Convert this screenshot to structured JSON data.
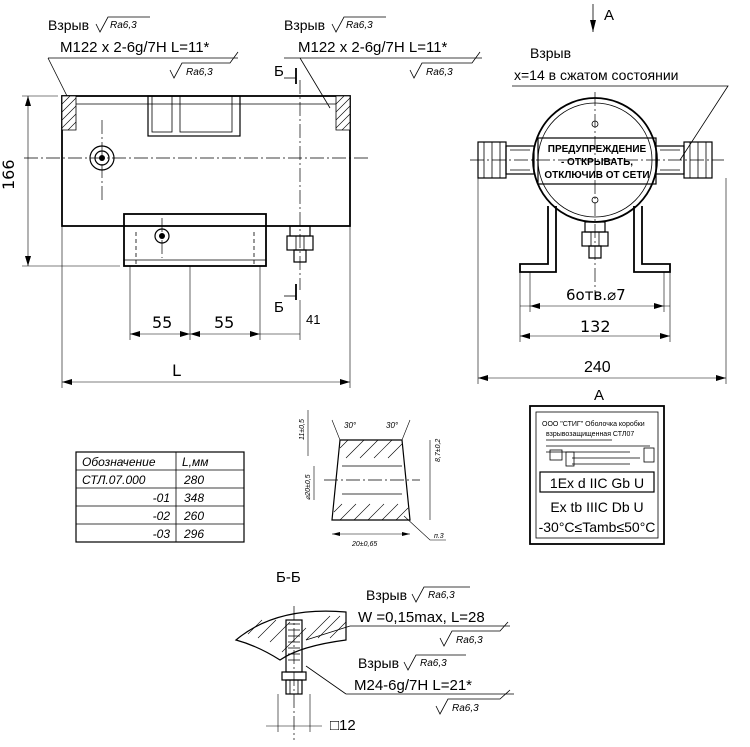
{
  "top_left_callouts": {
    "weld1_label": "Взрыв",
    "weld1_ra": "Ra6,3",
    "thread1": "М122 х 2-6g/7Н L=11*",
    "thread1_ra": "Ra6,3"
  },
  "top_mid_callouts": {
    "weld2_label": "Взрыв",
    "weld2_ra": "Ra6,3",
    "thread2": "М122 х 2-6g/7Н L=11*",
    "thread2_ra": "Ra6,3"
  },
  "section_marks": {
    "b_top": "Б",
    "b_bottom": "Б",
    "view_a_arrow": "А",
    "view_a_title": "А",
    "section_title": "Б-Б"
  },
  "front_view": {
    "dim_height": "166",
    "dim_55_left": "55",
    "dim_55_right": "55",
    "dim_41": "41",
    "dim_length": "L"
  },
  "side_view": {
    "explosion_label": "Взрыв",
    "explosion_note": "х=14 в сжатом состоянии",
    "plate_line1": "ПРЕДУПРЕЖДЕНИЕ",
    "plate_line2": "- ОТКРЫВАТЬ,",
    "plate_line3": "ОТКЛЮЧИВ ОТ СЕТИ",
    "dim_holes": "6отв.⌀7",
    "dim_132": "132",
    "dim_240": "240"
  },
  "table": {
    "headers": [
      "Обозначение",
      "L,мм"
    ],
    "rows": [
      [
        "СТЛ.07.000",
        "280"
      ],
      [
        "-01",
        "348"
      ],
      [
        "-02",
        "260"
      ],
      [
        "-03",
        "296"
      ]
    ]
  },
  "detail": {
    "angle_left": "30°",
    "angle_right": "30°",
    "dim_top": "11±0,5",
    "dim_right": "8,7±0,2",
    "dim_left": "⌀20±0,5",
    "dim_bottom": "20±0,65",
    "note": "п.3"
  },
  "nameplate": {
    "line1": "ООО \"СТИГ\" Оболочка коробки",
    "line2": "взрывозащищенная СТЛ07",
    "marking1": "1Ex d  IIC  Gb U",
    "marking2": "Ex tb IIIC Db U",
    "temp": "-30°C≤Tamb≤50°C"
  },
  "section_bb": {
    "weld_label1": "Взрыв",
    "ra1": "Ra6,3",
    "gap_note": "W =0,15max, L=28",
    "ra2": "Ra6,3",
    "weld_label2": "Взрыв",
    "ra3": "Ra6,3",
    "thread3": "М24-6g/7Н L=21*",
    "ra4": "Ra6,3",
    "square": "□12"
  }
}
